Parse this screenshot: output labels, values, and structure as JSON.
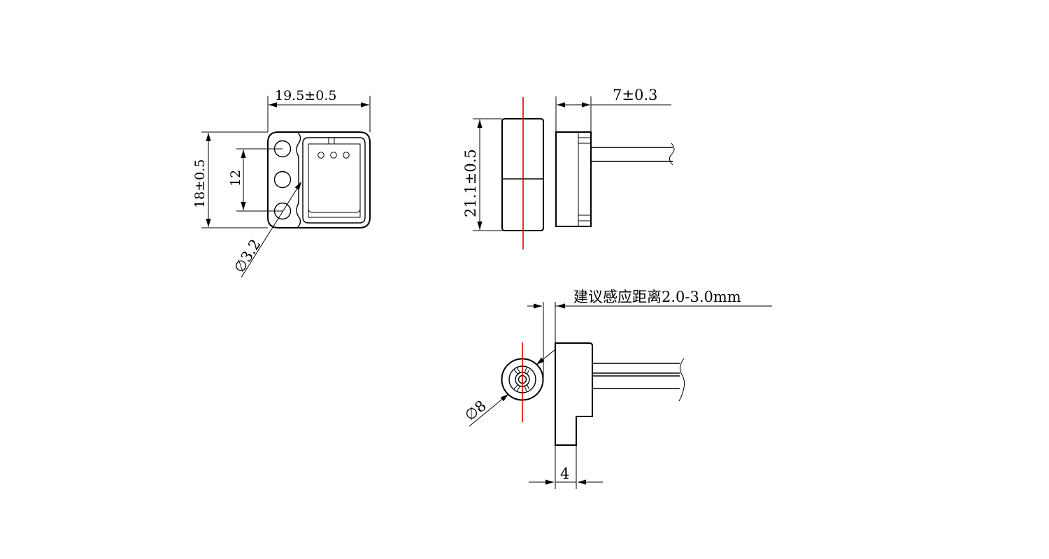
{
  "top_view": {
    "width_dim": "19.5±0.5",
    "height_dim": "18±0.5",
    "hole_pitch_dim": "12",
    "hole_dia_dim": "∅3.2"
  },
  "side_view": {
    "height_dim": "21.1±0.5",
    "thickness_dim": "7±0.3"
  },
  "bottom_view": {
    "sensing_note": "建议感应距离2.0-3.0mm",
    "pipe_dia_dim": "∅8",
    "base_dim": "4"
  },
  "colors": {
    "line": "#000000",
    "centerline": "#e00000"
  }
}
